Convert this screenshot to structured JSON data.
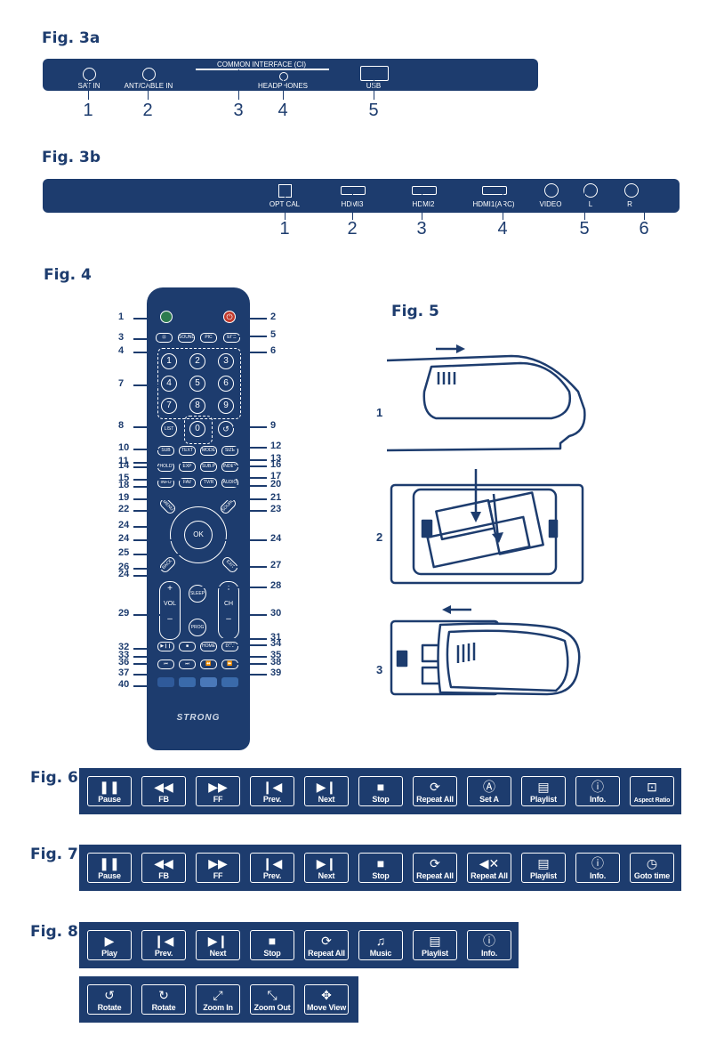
{
  "figures": {
    "fig3a": "Fig. 3a",
    "fig3b": "Fig. 3b",
    "fig4": "Fig. 4",
    "fig5": "Fig. 5",
    "fig6": "Fig. 6",
    "fig7": "Fig. 7",
    "fig8": "Fig. 8"
  },
  "fig3a": {
    "ci_label": "COMMON INTERFACE (CI)",
    "ports": [
      "SAT IN",
      "ANT/CABLE IN",
      "HEADPHONES",
      "USB"
    ],
    "numbers": [
      "1",
      "2",
      "3",
      "4",
      "5"
    ]
  },
  "fig3b": {
    "ports": [
      "OPTICAL",
      "HDMI3",
      "HDMI2",
      "HDMI1(ARC)",
      "VIDEO",
      "L",
      "R"
    ],
    "numbers": [
      "1",
      "2",
      "3",
      "4",
      "5",
      "6"
    ]
  },
  "fig4": {
    "brand": "STRONG",
    "left_numbers": [
      "1",
      "3",
      "4",
      "7",
      "8",
      "10",
      "11",
      "14",
      "15",
      "18",
      "19",
      "22",
      "24",
      "24",
      "25",
      "26",
      "24",
      "29",
      "32",
      "33",
      "36",
      "37",
      "40"
    ],
    "right_numbers": [
      "2",
      "5",
      "6",
      "9",
      "12",
      "13",
      "16",
      "17",
      "20",
      "21",
      "23",
      "24",
      "27",
      "28",
      "30",
      "31",
      "34",
      "35",
      "38",
      "39"
    ],
    "keys": {
      "digits": [
        "1",
        "2",
        "3",
        "4",
        "5",
        "6",
        "7",
        "8",
        "9",
        "0"
      ],
      "sound": "SOUND",
      "pic": "PIC",
      "epg": "EPG",
      "list": "LIST",
      "sub": "SUB",
      "text": "TEXT",
      "mode": "MODE",
      "size": "SIZE",
      "hold": "HOLD",
      "exp": "EXP",
      "subp": "SUB.P",
      "index": "INDEX",
      "info": "INFO",
      "fav": "FAV",
      "tvr": "TV/R",
      "audio": "AUDIO",
      "ok": "OK",
      "back": "BACK",
      "exit": "EXIT",
      "sleep": "SLEEP",
      "vol": "VOL",
      "ch": "CH",
      "prog": "PROG",
      "home": "HOME",
      "dtv": "DTV",
      "menu": "MENU",
      "source": "SOURCE"
    }
  },
  "fig5": {
    "steps": [
      "1",
      "2",
      "3"
    ]
  },
  "fig6": [
    {
      "icon": "pause-icon",
      "label": "Pause"
    },
    {
      "icon": "fast-backward-icon",
      "label": "FB"
    },
    {
      "icon": "fast-forward-icon",
      "label": "FF"
    },
    {
      "icon": "previous-icon",
      "label": "Prev."
    },
    {
      "icon": "next-icon",
      "label": "Next"
    },
    {
      "icon": "stop-icon",
      "label": "Stop"
    },
    {
      "icon": "repeat-icon",
      "label": "Repeat All"
    },
    {
      "icon": "set-a-icon",
      "label": "Set A"
    },
    {
      "icon": "playlist-icon",
      "label": "Playlist"
    },
    {
      "icon": "info-icon",
      "label": "Info."
    },
    {
      "icon": "aspect-ratio-icon",
      "label": "Aspect Ratio"
    }
  ],
  "fig7": [
    {
      "icon": "pause-icon",
      "label": "Pause"
    },
    {
      "icon": "fast-backward-icon",
      "label": "FB"
    },
    {
      "icon": "fast-forward-icon",
      "label": "FF"
    },
    {
      "icon": "previous-icon",
      "label": "Prev."
    },
    {
      "icon": "next-icon",
      "label": "Next"
    },
    {
      "icon": "stop-icon",
      "label": "Stop"
    },
    {
      "icon": "repeat-icon",
      "label": "Repeat All"
    },
    {
      "icon": "mute-icon",
      "label": "Repeat All"
    },
    {
      "icon": "playlist-icon",
      "label": "Playlist"
    },
    {
      "icon": "info-icon",
      "label": "Info."
    },
    {
      "icon": "clock-icon",
      "label": "Goto time"
    }
  ],
  "fig8a": [
    {
      "icon": "play-icon",
      "label": "Play"
    },
    {
      "icon": "previous-icon",
      "label": "Prev."
    },
    {
      "icon": "next-icon",
      "label": "Next"
    },
    {
      "icon": "stop-icon",
      "label": "Stop"
    },
    {
      "icon": "repeat-icon",
      "label": "Repeat All"
    },
    {
      "icon": "music-icon",
      "label": "Music"
    },
    {
      "icon": "playlist-icon",
      "label": "Playlist"
    },
    {
      "icon": "info-icon",
      "label": "Info."
    }
  ],
  "fig8b": [
    {
      "icon": "rotate-ccw-icon",
      "label": "Rotate"
    },
    {
      "icon": "rotate-cw-icon",
      "label": "Rotate"
    },
    {
      "icon": "zoom-in-icon",
      "label": "Zoom In"
    },
    {
      "icon": "zoom-out-icon",
      "label": "Zoom Out"
    },
    {
      "icon": "move-view-icon",
      "label": "Move View"
    }
  ]
}
